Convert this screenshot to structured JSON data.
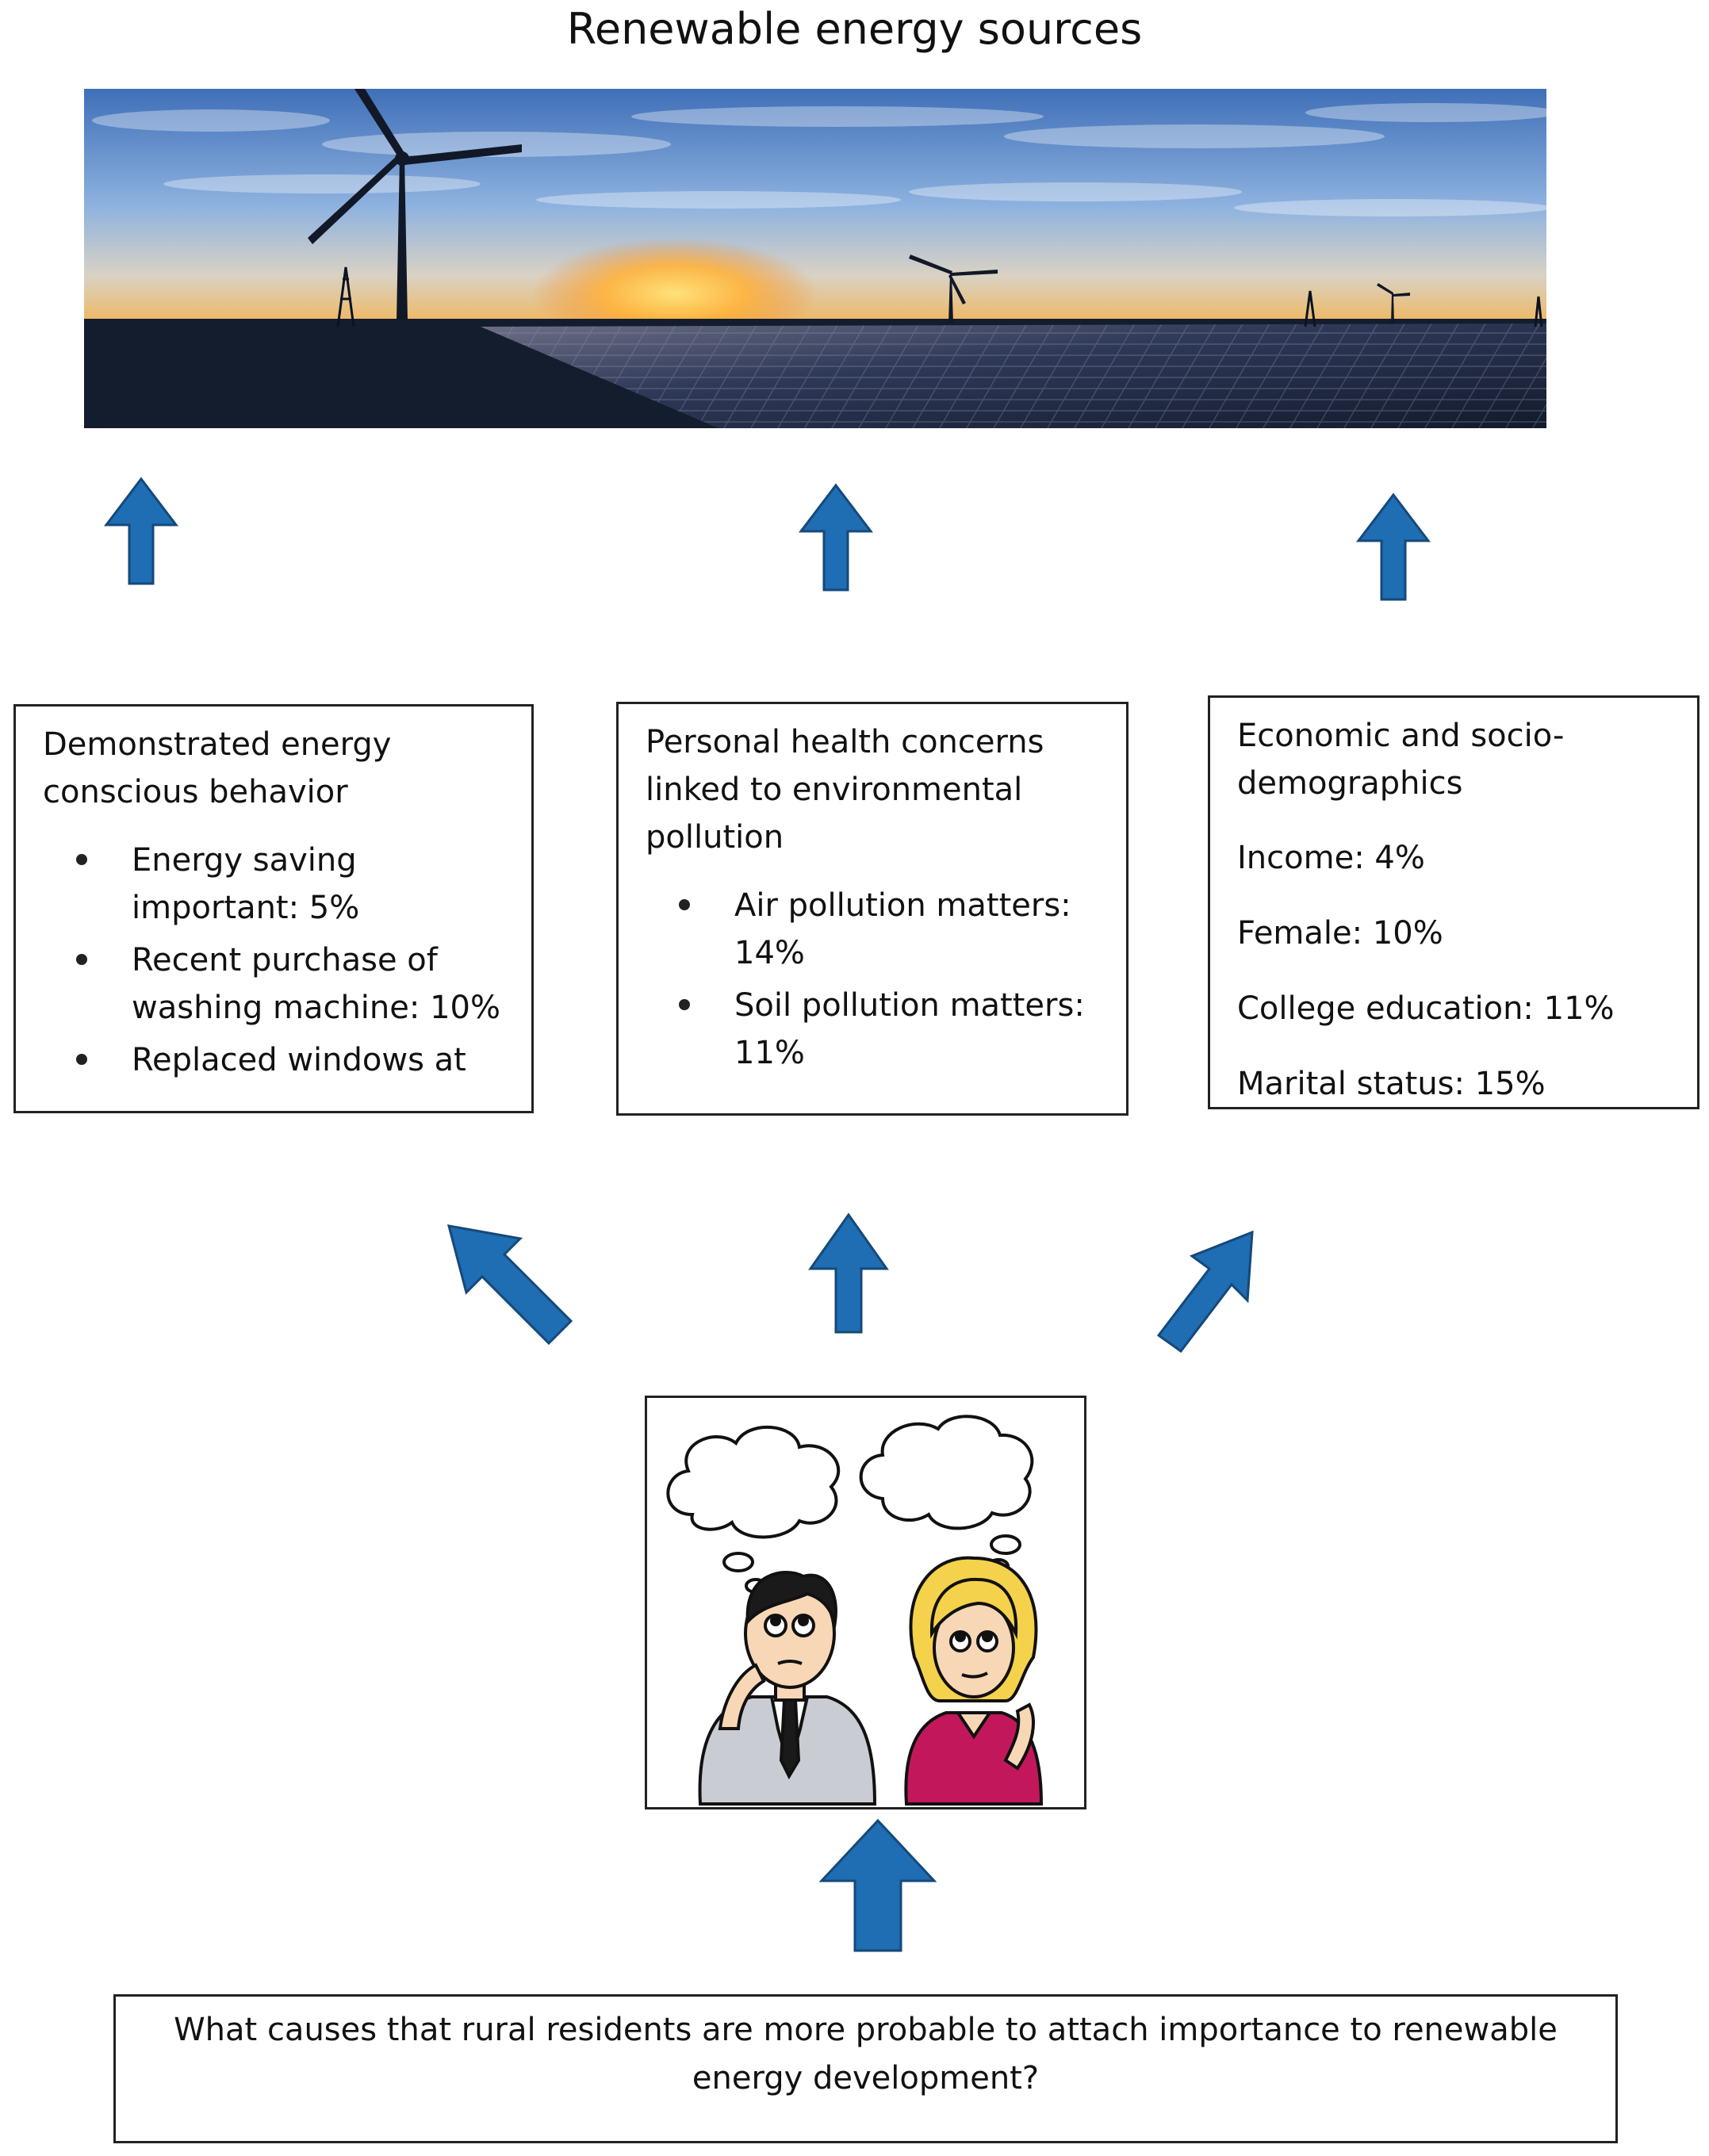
{
  "title": "Renewable energy sources",
  "boxes": {
    "energy_behavior": {
      "title": "Demonstrated energy conscious  behavior",
      "items": [
        "Energy saving important: 5%",
        "Recent purchase of washing machine: 10%",
        "Replaced windows at"
      ]
    },
    "health": {
      "title": "Personal health concerns linked to environmental pollution",
      "items": [
        "Air pollution matters: 14%",
        "Soil pollution matters: 11%"
      ]
    },
    "economic": {
      "title": "Economic and socio-demographics",
      "items": [
        "Income: 4%",
        "Female: 10%",
        "College education: 11%",
        "Marital status: 15%"
      ]
    }
  },
  "question": "What causes that rural residents are more probable to attach importance to renewable energy development?",
  "colors": {
    "arrow": "#1f6db3",
    "arrow_edge": "#14497a",
    "border": "#222222",
    "sky_top": "#4d7fc4",
    "sunset": "#f7b445",
    "ground": "#141d2e"
  }
}
